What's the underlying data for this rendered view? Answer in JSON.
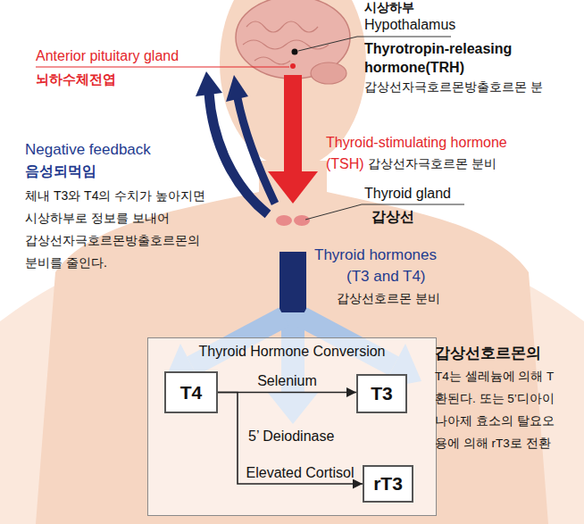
{
  "diagram": {
    "nodes": [
      {
        "text": [
          "Thyroid Hormone Conversion"
        ]
      },
      {
        "text": [
          "T4"
        ],
        "in": 0
      },
      {
        "text": [
          "T3"
        ],
        "in": 0
      },
      {
        "text": [
          "rT3"
        ],
        "in": 0
      }
    ],
    "edges": [
      {
        "from": 1,
        "to": 2,
        "label": "Selenium",
        "arrow": "to"
      },
      {
        "from": 1,
        "to": 3,
        "label": "Elevated Cortisol",
        "arrow": "to"
      }
    ],
    "labels": [
      "시상하부",
      "Hypothalamus",
      "Thyrotropin-releasing hormone(TRH)",
      "갑상선자극호르몬방출호르몬 분",
      "Anterior pituitary gland",
      "뇌하수체전엽",
      "Thyroid-stimulating hormone",
      "(TSH)",
      "갑상선자극호르몬 분비",
      "Negative feedback",
      "음성되먹임",
      "체내 T3와 T4의 수치가 높아지면 시상하부로 정보를 보내어 갑상선자극호르몬방출호르몬의 분비를 줄인다.",
      "Thyroid gland",
      "갑상선",
      "Thyroid hormones",
      "(T3 and T4)",
      "갑상선호르몬 분비",
      "5’ Deiodinase",
      "갑상선호르몬의",
      "T4는 셀레늄에 의해 T",
      "환된다. 또는 5’디아이",
      "나아제 효소의 탈요오",
      "용에 의해 rT3로 전환"
    ]
  }
}
